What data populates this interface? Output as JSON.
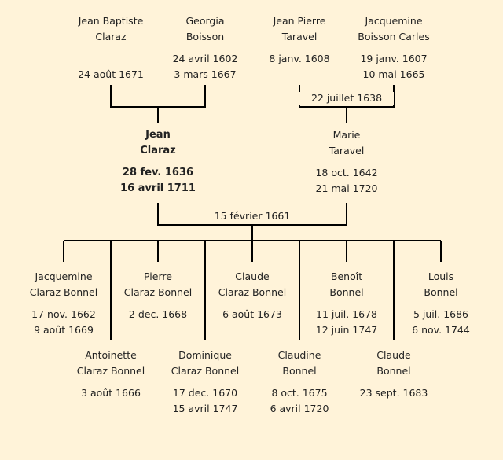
{
  "colors": {
    "background": "#fff3d9",
    "line": "#000000",
    "text": "#222222"
  },
  "grandparents": {
    "p1": {
      "first": "Jean Baptiste",
      "last": "Claraz",
      "birth": "",
      "death": "24 août 1671"
    },
    "p2": {
      "first": "Georgia",
      "last": "Boisson",
      "birth": "24 avril 1602",
      "death": "3 mars 1667"
    },
    "p3": {
      "first": "Jean Pierre",
      "last": "Taravel",
      "birth": "8 janv. 1608",
      "death": ""
    },
    "p4": {
      "first": "Jacquemine",
      "last": "Boisson Carles",
      "birth": "19 janv. 1607",
      "death": "10 mai 1665"
    },
    "marriage_right": "22 juillet 1638"
  },
  "parents": {
    "father": {
      "first": "Jean",
      "last": "Claraz",
      "birth": "28 fev. 1636",
      "death": "16 avril 1711"
    },
    "mother": {
      "first": "Marie",
      "last": "Taravel",
      "birth": "18 oct. 1642",
      "death": "21 mai 1720"
    },
    "marriage": "15 février 1661"
  },
  "children": {
    "c1": {
      "first": "Jacquemine",
      "last": "Claraz Bonnel",
      "birth": "17 nov. 1662",
      "death": "9 août 1669"
    },
    "c2": {
      "first": "Antoinette",
      "last": "Claraz Bonnel",
      "birth": "3 août 1666",
      "death": ""
    },
    "c3": {
      "first": "Pierre",
      "last": "Claraz Bonnel",
      "birth": "2 dec. 1668",
      "death": ""
    },
    "c4": {
      "first": "Dominique",
      "last": "Claraz Bonnel",
      "birth": "17 dec. 1670",
      "death": "15 avril 1747"
    },
    "c5": {
      "first": "Claude",
      "last": "Claraz Bonnel",
      "birth": "6 août 1673",
      "death": ""
    },
    "c6": {
      "first": "Claudine",
      "last": "Bonnel",
      "birth": "8 oct. 1675",
      "death": "6 avril 1720"
    },
    "c7": {
      "first": "Benoît",
      "last": "Bonnel",
      "birth": "11 juil. 1678",
      "death": "12 juin 1747"
    },
    "c8": {
      "first": "Claude",
      "last": "Bonnel",
      "birth": "23 sept. 1683",
      "death": ""
    },
    "c9": {
      "first": "Louis",
      "last": "Bonnel",
      "birth": "5 juil. 1686",
      "death": "6 nov. 1744"
    }
  }
}
